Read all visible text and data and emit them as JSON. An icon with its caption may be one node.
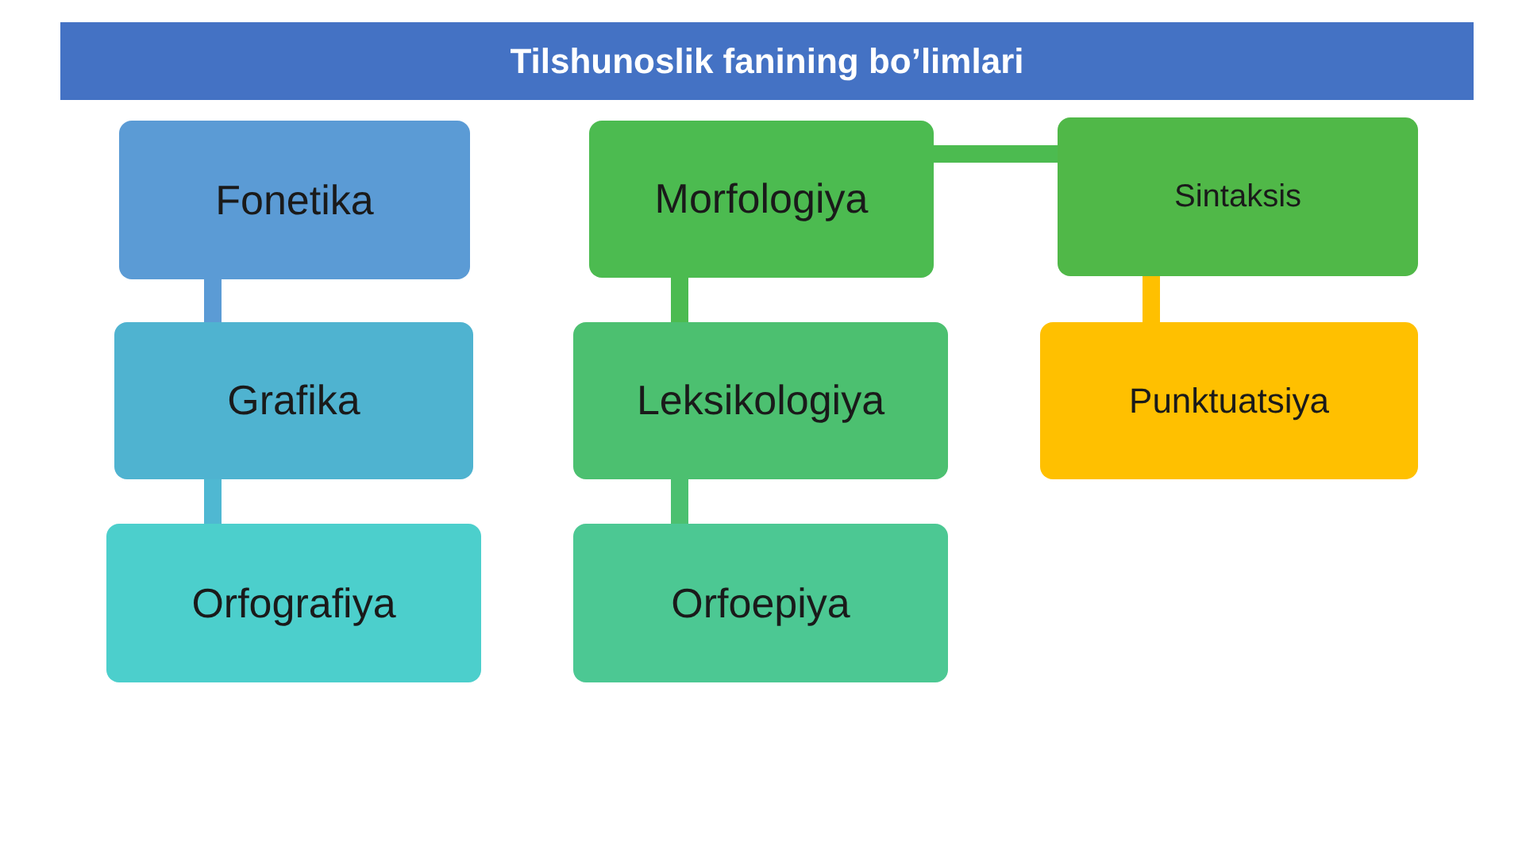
{
  "diagram": {
    "title": "Tilshunoslik fanining bo’limlari",
    "nodes": [
      {
        "text": [
          "Fonetika"
        ]
      },
      {
        "text": [
          "Grafika"
        ]
      },
      {
        "text": [
          "Orfografiya"
        ]
      },
      {
        "text": [
          "Morfologiya"
        ]
      },
      {
        "text": [
          "Leksikologiya"
        ]
      },
      {
        "text": [
          "Orfoepiya"
        ]
      },
      {
        "text": [
          "Sintaksis"
        ]
      },
      {
        "text": [
          "Punktuatsiya"
        ]
      }
    ],
    "edges": [
      {
        "from": 0,
        "to": 1,
        "arrow": "none",
        "color": "#5b9bd5"
      },
      {
        "from": 1,
        "to": 2,
        "arrow": "none",
        "color": "#4fb8d2"
      },
      {
        "from": 3,
        "to": 4,
        "arrow": "none",
        "color": "#4cbb50"
      },
      {
        "from": 4,
        "to": 5,
        "arrow": "none",
        "color": "#4cc070"
      },
      {
        "from": 3,
        "to": 6,
        "arrow": "none",
        "color": "#4cbb50"
      },
      {
        "from": 6,
        "to": 7,
        "arrow": "none",
        "color": "#ffc000"
      }
    ]
  }
}
